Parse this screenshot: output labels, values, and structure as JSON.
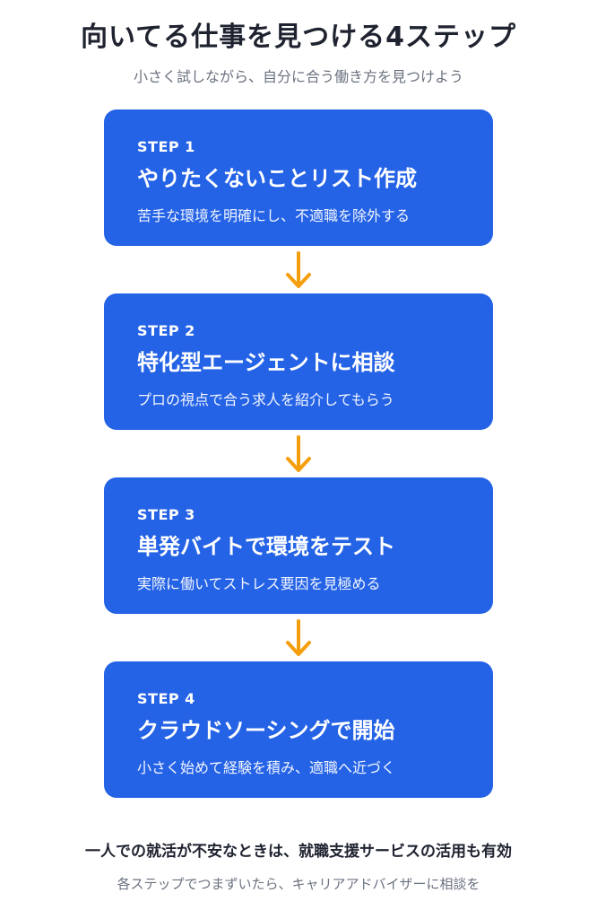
{
  "header": {
    "title": "向いてる仕事を見つける4ステップ",
    "subtitle": "小さく試しながら、自分に合う働き方を見つけよう"
  },
  "steps": [
    {
      "label": "STEP 1",
      "title": "やりたくないことリスト作成",
      "description": "苦手な環境を明確にし、不適職を除外する"
    },
    {
      "label": "STEP 2",
      "title": "特化型エージェントに相談",
      "description": "プロの視点で合う求人を紹介してもらう"
    },
    {
      "label": "STEP 3",
      "title": "単発バイトで環境をテスト",
      "description": "実際に働いてストレス要因を見極める"
    },
    {
      "label": "STEP 4",
      "title": "クラウドソーシングで開始",
      "description": "小さく始めて経験を積み、適職へ近づく"
    }
  ],
  "footer": {
    "note": "一人での就活が不安なときは、就職支援サービスの活用も有効",
    "sub_note": "各ステップでつまずいたら、キャリアアドバイザーに相談を"
  },
  "colors": {
    "card": "#2563e6",
    "arrow": "#f59e0b",
    "title_text": "#1f2330",
    "muted_text": "#6b7280"
  },
  "icons": {
    "connector": "arrow-down-icon"
  }
}
